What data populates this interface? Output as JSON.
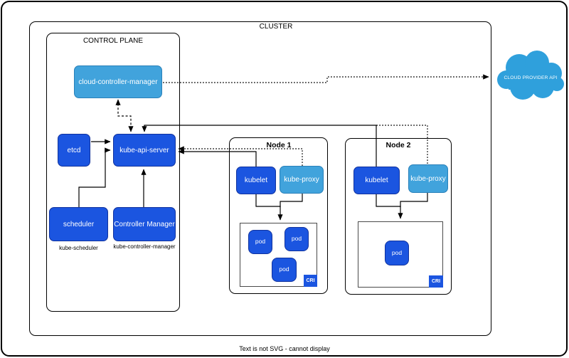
{
  "diagram": {
    "cluster_label": "CLUSTER",
    "control_plane": {
      "title": "CONTROL PLANE",
      "cloud_controller_manager": "cloud-controller-manager",
      "etcd": "etcd",
      "kube_api_server": "kube-api-server",
      "scheduler": "scheduler",
      "scheduler_caption": "kube-scheduler",
      "controller_manager": "Controller Manager",
      "controller_manager_caption": "kube-controller-manager"
    },
    "nodes": [
      {
        "title": "Node 1",
        "kubelet": "kubelet",
        "kube_proxy": "kube-proxy",
        "cri_label": "CRI",
        "pods": [
          "pod",
          "pod",
          "pod"
        ]
      },
      {
        "title": "Node 2",
        "kubelet": "kubelet",
        "kube_proxy": "kube-proxy",
        "cri_label": "CRI",
        "pods": [
          "pod"
        ]
      }
    ],
    "cloud_provider_api": "CLOUD PROVIDER API",
    "footer_note": "Text is not SVG - cannot display",
    "colors": {
      "dark_blue": "#1B55E0",
      "light_blue": "#41A3DC",
      "cloud_blue": "#2FA0DC",
      "line_black": "#000000"
    }
  }
}
